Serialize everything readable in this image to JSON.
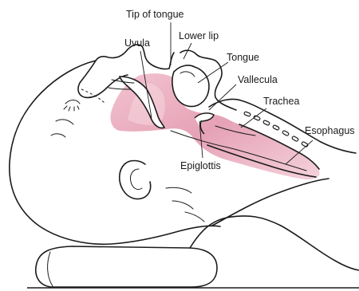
{
  "figure": {
    "labels": {
      "tip_of_tongue": "Tip of tongue",
      "uvula": "Uvula",
      "lower_lip": "Lower lip",
      "tongue": "Tongue",
      "vallecula": "Vallecula",
      "trachea": "Trachea",
      "esophagus": "Esophagus",
      "epiglottis": "Epiglottis"
    },
    "colors": {
      "pink_fill": "#e8a9bb",
      "pink_light": "#f3cdd8",
      "ink": "#1b1b1b",
      "background": "#ffffff"
    }
  }
}
